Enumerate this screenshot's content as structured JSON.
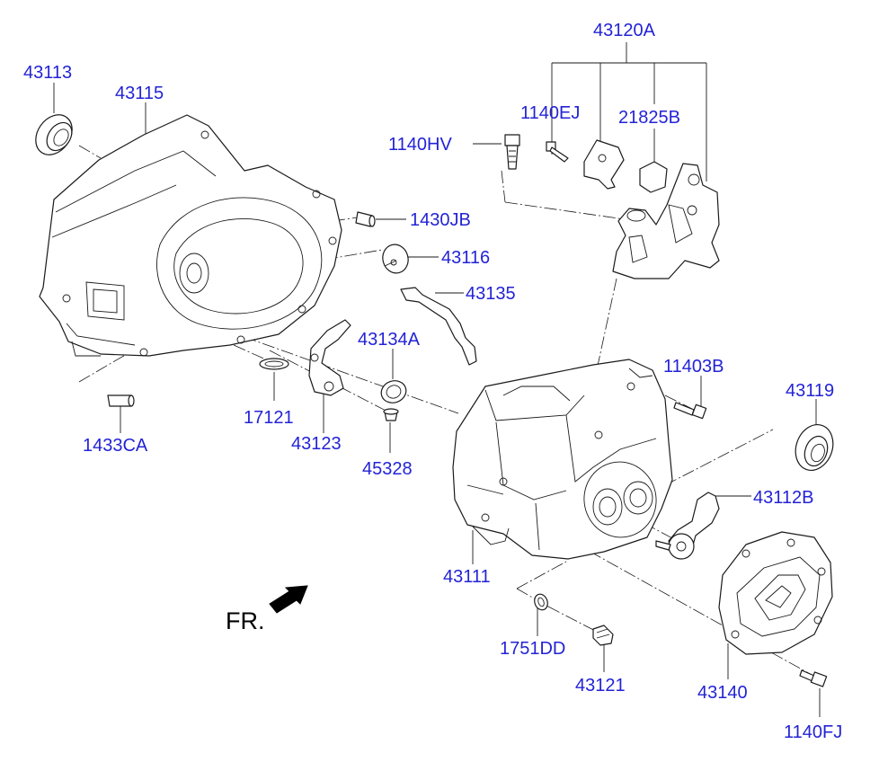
{
  "labels": {
    "p43120A": "43120A",
    "p1140EJ": "1140EJ",
    "p21825B": "21825B",
    "p1140HV": "1140HV",
    "p43113": "43113",
    "p43115": "43115",
    "p1430JB": "1430JB",
    "p43116": "43116",
    "p43135": "43135",
    "p43134A": "43134A",
    "p17121": "17121",
    "p43123": "43123",
    "p1433CA": "1433CA",
    "p45328": "45328",
    "p11403B": "11403B",
    "p43119": "43119",
    "p43112B": "43112B",
    "p43111": "43111",
    "p1751DD": "1751DD",
    "p43121": "43121",
    "p43140": "43140",
    "p1140FJ": "1140FJ"
  },
  "direction": {
    "text": "FR."
  },
  "colors": {
    "label": "#2323d6",
    "line": "#1a1a1a",
    "background": "#ffffff"
  }
}
